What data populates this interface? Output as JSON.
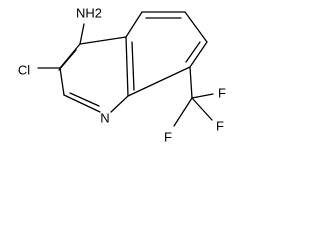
{
  "molecule": {
    "atoms": {
      "nh2": "NH2",
      "cl": "Cl",
      "n": "N",
      "f1": "F",
      "f2": "F",
      "f3": "F"
    }
  }
}
